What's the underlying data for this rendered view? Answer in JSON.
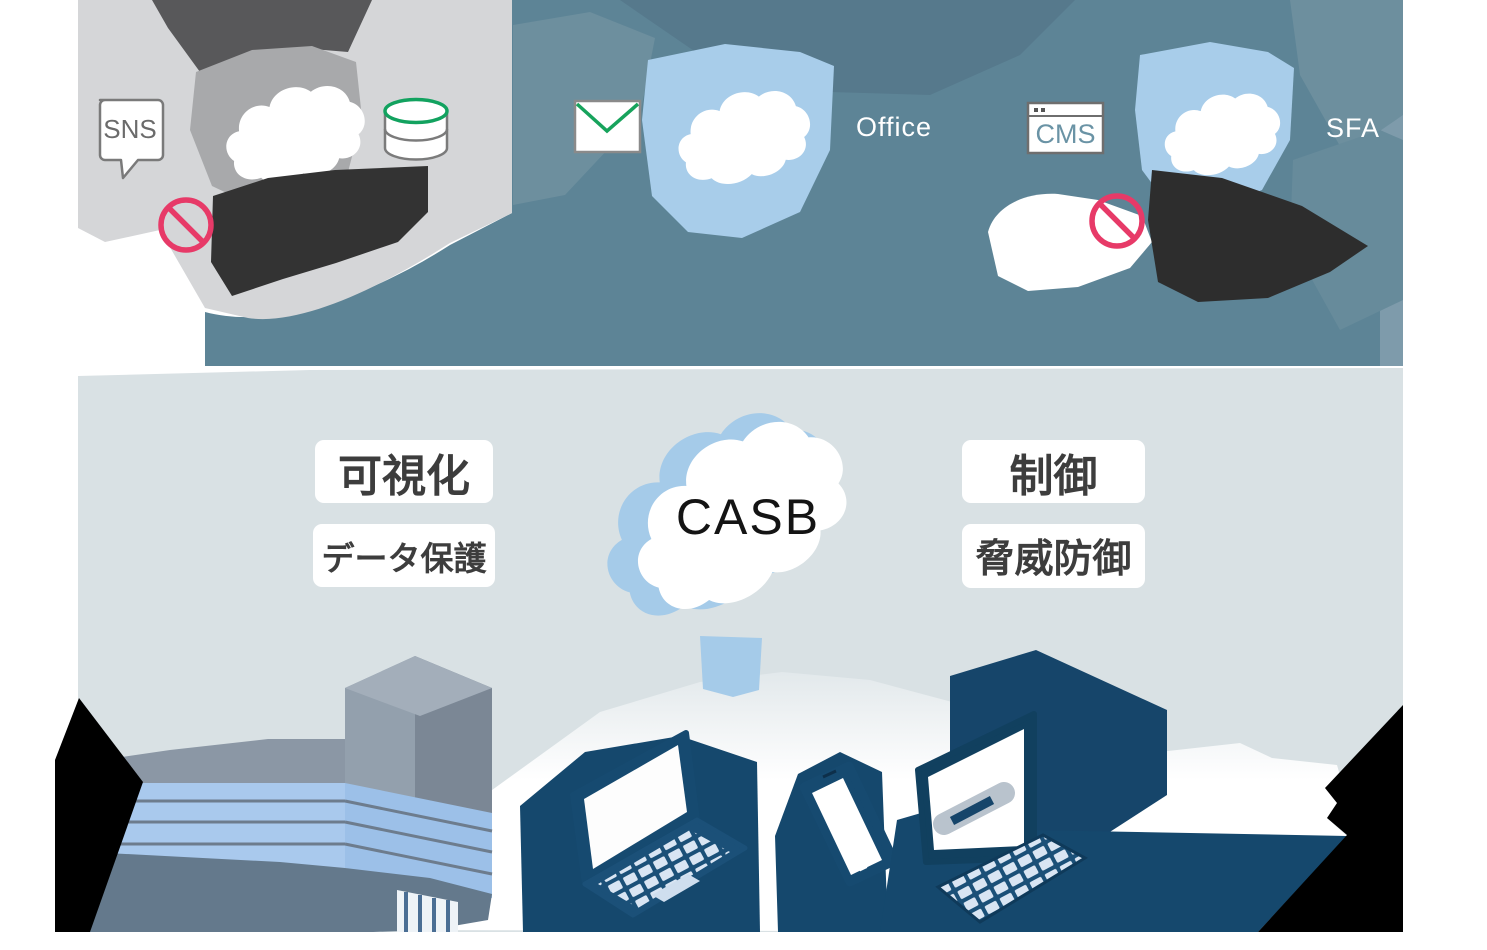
{
  "labels": {
    "sns": "SNS",
    "office": "Office",
    "cms": "CMS",
    "sfa": "SFA",
    "casb": "CASB"
  },
  "capabilities_left": [
    {
      "label": "可視化"
    },
    {
      "label": "データ保護"
    }
  ],
  "capabilities_right": [
    {
      "label": "制御"
    },
    {
      "label": "脅威防御"
    }
  ],
  "icons": {
    "blocked_service_left": [
      "sns-speech-bubble-icon",
      "database-icon",
      "prohibition-icon",
      "cloud-icon"
    ],
    "allowed_service_mail": [
      "envelope-icon",
      "cloud-icon"
    ],
    "blocked_service_right": [
      "cms-browser-icon",
      "prohibition-icon",
      "cloud-icon"
    ],
    "clients": [
      "office-building-icon",
      "laptop-icon",
      "smartphone-icon",
      "desktop-computer-icon"
    ]
  },
  "colors": {
    "teal_band": "#5d8496",
    "teal_light": "#6d8f9e",
    "teal_dark": "#56798c",
    "gray_band": "#d9e1e4",
    "cloud_blue": "#a8cdea",
    "navy_device": "#15486d",
    "building_blue": "#a9c9ed",
    "prohibition_red": "#e73a68",
    "icon_green": "#17a35c",
    "charcoal_blob": "#333333",
    "black_shadow": "#000000"
  }
}
